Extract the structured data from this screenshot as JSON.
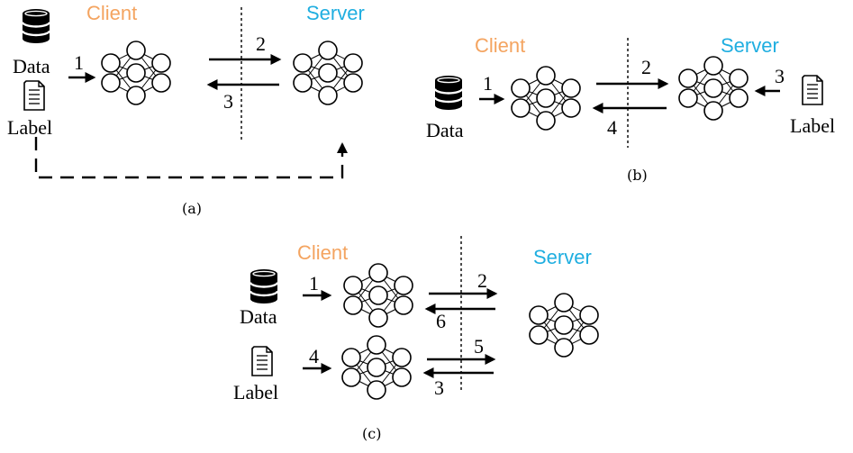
{
  "colors": {
    "client": "#F4A460",
    "server": "#1FAEE0",
    "ink": "#000000"
  },
  "icons": {
    "data": "database-icon",
    "label": "document-icon"
  },
  "panel_a": {
    "client": "Client",
    "server": "Server",
    "data": "Data",
    "label": "Label",
    "step1": "1",
    "step2": "2",
    "step3": "3",
    "caption": "(a)"
  },
  "panel_b": {
    "client": "Client",
    "server": "Server",
    "data": "Data",
    "label": "Label",
    "step1": "1",
    "step2": "2",
    "step3": "3",
    "step4": "4",
    "caption": "(b)"
  },
  "panel_c": {
    "client": "Client",
    "server": "Server",
    "data": "Data",
    "label": "Label",
    "step1": "1",
    "step2": "2",
    "step3": "3",
    "step4": "4",
    "step5": "5",
    "step6": "6",
    "caption": "(c)"
  }
}
